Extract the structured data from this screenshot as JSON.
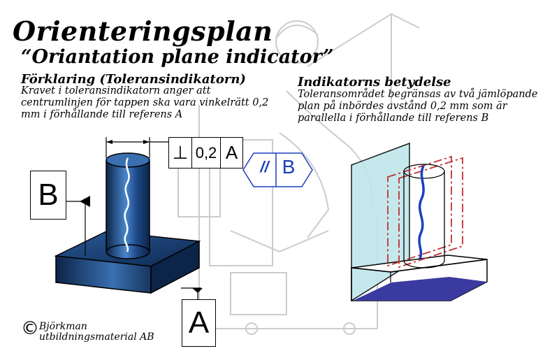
{
  "title": "Orienteringsplan",
  "subtitle": "“Oriantation plane indicator”",
  "explanation": {
    "heading": "Förklaring (Toleransindikatorn)",
    "body": "Kravet i toleransindikatorn anger att centrumlinjen för tappen ska vara vinkelrätt 0,2 mm i förhållande till referens A"
  },
  "meaning": {
    "heading": "Indikatorns betydelse",
    "body": "Toleransområdet begränsas av två jämlöpande plan på inbördes avstånd 0,2 mm som är parallella i förhållande till referens B"
  },
  "feature_control_frame": {
    "symbol": "⊥",
    "tolerance": "0,2",
    "datum": "A"
  },
  "intersection_plane_indicator": {
    "symbol": "//",
    "datum": "B"
  },
  "datum_labels": {
    "b": "B",
    "a": "A"
  },
  "credit": {
    "symbol": "©",
    "line1": "Björkman",
    "line2": "utbildningsmaterial AB"
  },
  "colors": {
    "part_blue_dark": "#0c2448",
    "part_blue": "#3a6fb0",
    "tolerance_plane_red": "#c03030",
    "center_line_blue": "#1a3fc0",
    "datum_plane_cyan": "#bfe6ec",
    "base_bottom": "#3a3aa0"
  }
}
